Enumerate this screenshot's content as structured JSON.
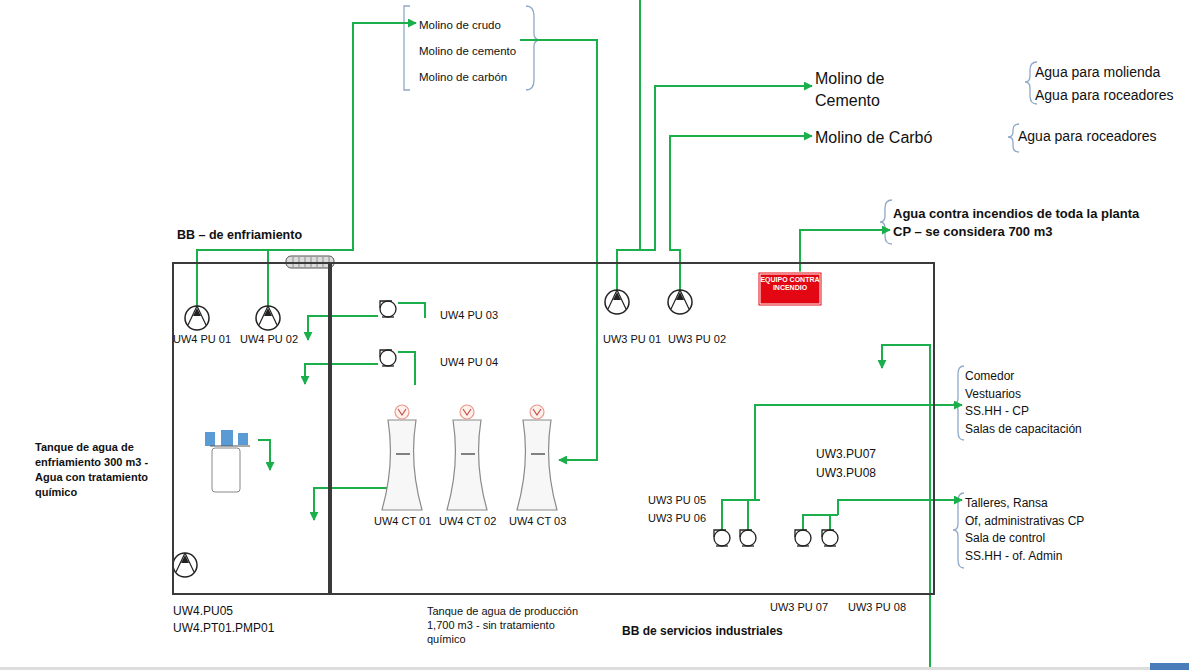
{
  "diagram": {
    "nodes": [
      {
        "text": [
          "BB – de enfriamiento"
        ]
      },
      {
        "text": [
          "Tanque de agua de producción 1,700 m3 - sin tratamiento químico",
          "BB de servicios industriales"
        ]
      },
      {
        "text": [
          "UW4 CT 01"
        ],
        "in": 1
      },
      {
        "text": [
          "UW4 CT 02"
        ],
        "in": 1
      },
      {
        "text": [
          "UW4 CT 03"
        ],
        "in": 1
      },
      {
        "text": [
          "Molino de crudo",
          "Molino de cemento",
          "Molino de carbón"
        ]
      },
      {
        "text": [
          "Molino de Cemento"
        ]
      },
      {
        "text": [
          "Molino de Carbó"
        ]
      },
      {
        "text": [
          "Agua contra incendios de toda la planta CP – se considera 700 m3"
        ]
      },
      {
        "text": [
          "Comedor",
          "Vestuarios",
          "SS.HH - CP",
          "Salas de capacitación"
        ]
      },
      {
        "text": [
          "Talleres, Ransa",
          "Of, administrativas CP",
          "Sala de control",
          "SS.HH - of. Admin"
        ]
      }
    ],
    "edges": [
      {
        "from": 0,
        "to": 5,
        "arrow": "to"
      },
      {
        "from": 5,
        "to": 4,
        "arrow": "to"
      },
      {
        "from": 1,
        "to": 6,
        "arrow": "to"
      },
      {
        "from": 1,
        "to": 7,
        "arrow": "to"
      },
      {
        "from": 1,
        "to": 8,
        "arrow": "to"
      },
      {
        "from": 1,
        "to": 9,
        "arrow": "to"
      },
      {
        "from": 1,
        "to": 10,
        "arrow": "to"
      }
    ],
    "labels": [
      "Agua para molienda",
      "Agua para roceadores",
      "Agua para roceadores",
      "UW4 PU 01",
      "UW4 PU 02",
      "UW4 PU 03",
      "UW4 PU 04",
      "Tanque de agua de enfriamiento 300 m3 - Agua con tratamiento químico",
      "UW4.PU05",
      "UW4.PT01.PMP01",
      "UW3 PU 01",
      "UW3 PU 02",
      "EQUIPO CONTRA INCENDIO",
      "UW3.PU07",
      "UW3.PU08",
      "UW3 PU 05",
      "UW3 PU 06",
      "UW3 PU 07",
      "UW3 PU 08"
    ]
  }
}
